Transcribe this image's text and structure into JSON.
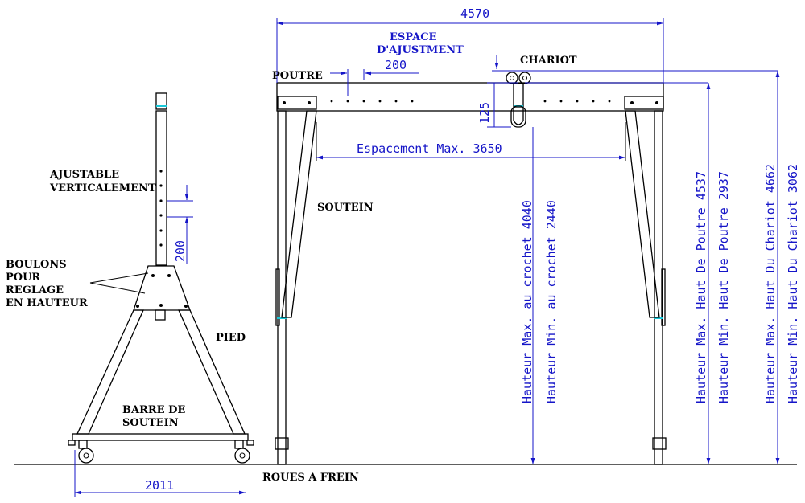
{
  "labels": {
    "poutre": "POUTRE",
    "espace_line1": "ESPACE",
    "espace_line2": "D'AJUSTMENT",
    "chariot": "CHARIOT",
    "ajustable_line1": "AJUSTABLE",
    "ajustable_line2": "VERTICALEMENT",
    "soutein": "SOUTEIN",
    "boulons_line1": "BOULONS",
    "boulons_line2": "POUR",
    "boulons_line3": "REGLAGE",
    "boulons_line4": "EN HAUTEUR",
    "pied": "PIED",
    "barre_line1": "BARRE DE",
    "barre_line2": "SOUTEIN",
    "roues": "ROUES A FREIN"
  },
  "dimensions": {
    "overall_width": "4570",
    "adjust_spacing": "200",
    "hook_offset": "125",
    "spacing_max": "Espacement Max. 3650",
    "vertical_step": "200",
    "base_width": "2011",
    "hook_max": "Hauteur Max. au crochet 4040",
    "hook_min": "Hauteur Min. au crochet 2440",
    "beam_max": "Hauteur Max. Haut De Poutre 4537",
    "beam_min": "Hauteur Min. Haut De Poutre 2937",
    "trolley_max": "Hauteur Max. Haut Du Chariot 4662",
    "trolley_min": "Hauteur Min. Haut Du Chariot 3062"
  },
  "colors": {
    "line": "#000000",
    "dimension": "#1515c8",
    "highlight": "#19c8d8",
    "background": "#ffffff"
  }
}
